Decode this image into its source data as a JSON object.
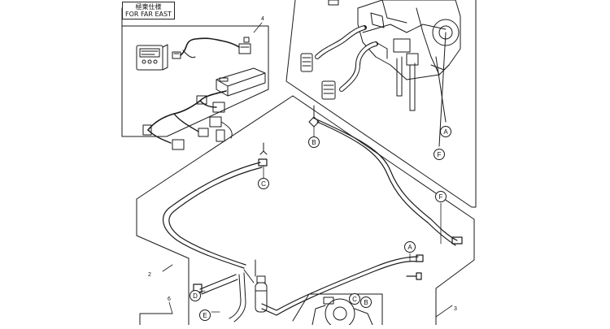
{
  "region_note": {
    "line1": "極東仕様",
    "line2": "FOR FAR EAST"
  },
  "callout_numbers": {
    "n2": "2",
    "n3": "3",
    "n4": "4",
    "n6": "6"
  },
  "connection_letters": {
    "A": "A",
    "B": "B",
    "C": "C",
    "D": "D",
    "E": "E",
    "F": "F"
  }
}
